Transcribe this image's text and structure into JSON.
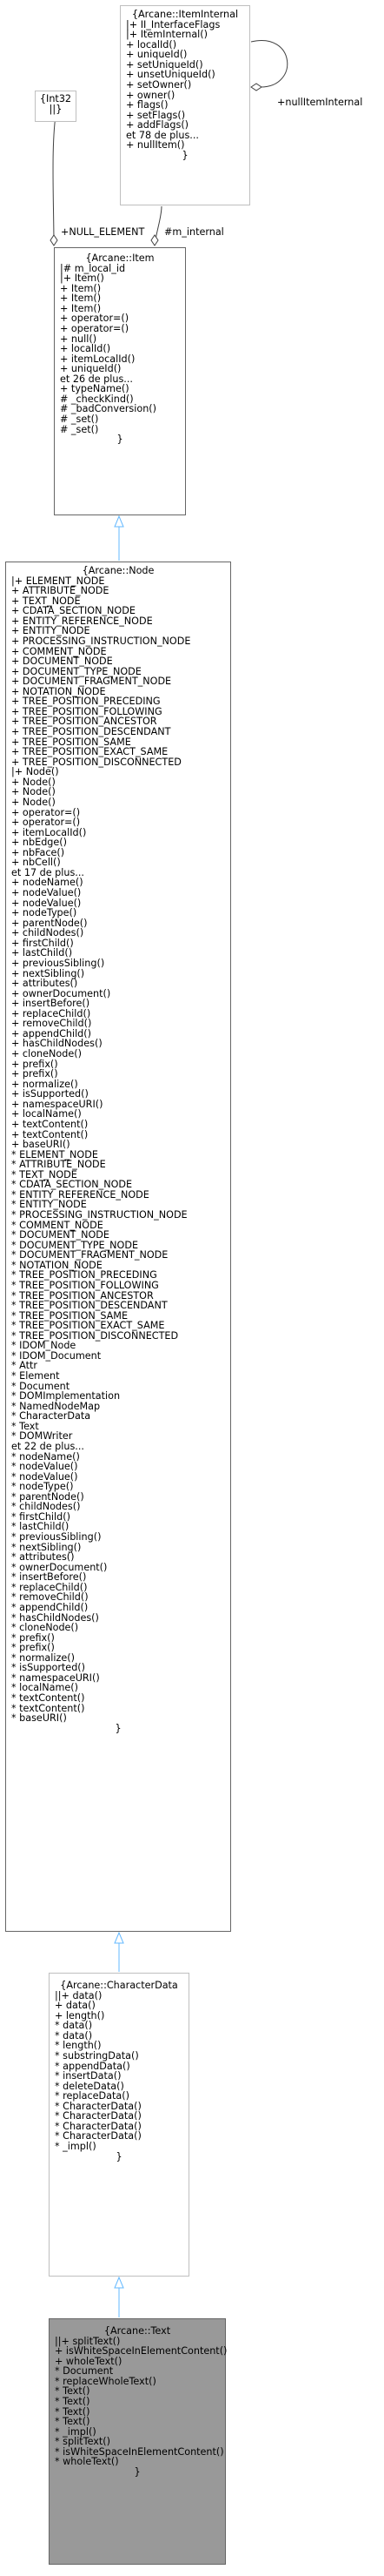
{
  "colors": {
    "inheritance_arrow": "#63b8ff",
    "usage_arrow": "#404040",
    "box_border_dark": "#666666",
    "box_border_light": "#bfbfbf",
    "focus_fill": "#999999"
  },
  "int32_box": {
    "title": "{Int32",
    "body": "||}"
  },
  "item_internal": {
    "title": "{Arcane::ItemInternal",
    "lines": [
      "|+ II_InterfaceFlags",
      "|+ ItemInternal()",
      "+ localId()",
      "+ uniqueId()",
      "+ setUniqueId()",
      "+ unsetUniqueId()",
      "+ setOwner()",
      "+ owner()",
      "+ flags()",
      "+ setFlags()",
      "+ addFlags()",
      "et 78 de plus...",
      "+ nullItem()"
    ],
    "close": "}"
  },
  "item": {
    "title": "{Arcane::Item",
    "lines": [
      "|# m_local_id",
      "|+ Item()",
      "+ Item()",
      "+ Item()",
      "+ Item()",
      "+ operator=()",
      "+ operator=()",
      "+ null()",
      "+ localId()",
      "+ itemLocalId()",
      "+ uniqueId()",
      "et 26 de plus...",
      "+ typeName()",
      "# _checkKind()",
      "# _badConversion()",
      "# _set()",
      "# _set()"
    ],
    "close": "}"
  },
  "node": {
    "title": "{Arcane::Node",
    "lines": [
      "|+ ELEMENT_NODE",
      "+ ATTRIBUTE_NODE",
      "+ TEXT_NODE",
      "+ CDATA_SECTION_NODE",
      "+ ENTITY_REFERENCE_NODE",
      "+ ENTITY_NODE",
      "+ PROCESSING_INSTRUCTION_NODE",
      "+ COMMENT_NODE",
      "+ DOCUMENT_NODE",
      "+ DOCUMENT_TYPE_NODE",
      "+ DOCUMENT_FRAGMENT_NODE",
      "+ NOTATION_NODE",
      "+ TREE_POSITION_PRECEDING",
      "+ TREE_POSITION_FOLLOWING",
      "+ TREE_POSITION_ANCESTOR",
      "+ TREE_POSITION_DESCENDANT",
      "+ TREE_POSITION_SAME",
      "+ TREE_POSITION_EXACT_SAME",
      "+ TREE_POSITION_DISCONNECTED",
      "|+ Node()",
      "+ Node()",
      "+ Node()",
      "+ Node()",
      "+ operator=()",
      "+ operator=()",
      "+ itemLocalId()",
      "+ nbEdge()",
      "+ nbFace()",
      "+ nbCell()",
      "et 17 de plus...",
      "+ nodeName()",
      "+ nodeValue()",
      "+ nodeValue()",
      "+ nodeType()",
      "+ parentNode()",
      "+ childNodes()",
      "+ firstChild()",
      "+ lastChild()",
      "+ previousSibling()",
      "+ nextSibling()",
      "+ attributes()",
      "+ ownerDocument()",
      "+ insertBefore()",
      "+ replaceChild()",
      "+ removeChild()",
      "+ appendChild()",
      "+ hasChildNodes()",
      "+ cloneNode()",
      "+ prefix()",
      "+ prefix()",
      "+ normalize()",
      "+ isSupported()",
      "+ namespaceURI()",
      "+ localName()",
      "+ textContent()",
      "+ textContent()",
      "+ baseURI()",
      "* ELEMENT_NODE",
      "* ATTRIBUTE_NODE",
      "* TEXT_NODE",
      "* CDATA_SECTION_NODE",
      "* ENTITY_REFERENCE_NODE",
      "* ENTITY_NODE",
      "* PROCESSING_INSTRUCTION_NODE",
      "* COMMENT_NODE",
      "* DOCUMENT_NODE",
      "* DOCUMENT_TYPE_NODE",
      "* DOCUMENT_FRAGMENT_NODE",
      "* NOTATION_NODE",
      "* TREE_POSITION_PRECEDING",
      "* TREE_POSITION_FOLLOWING",
      "* TREE_POSITION_ANCESTOR",
      "* TREE_POSITION_DESCENDANT",
      "* TREE_POSITION_SAME",
      "* TREE_POSITION_EXACT_SAME",
      "* TREE_POSITION_DISCONNECTED",
      "* IDOM_Node",
      "* IDOM_Document",
      "* Attr",
      "* Element",
      "* Document",
      "* DOMImplementation",
      "* NamedNodeMap",
      "* CharacterData",
      "* Text",
      "* DOMWriter",
      "et 22 de plus...",
      "* nodeName()",
      "* nodeValue()",
      "* nodeValue()",
      "* nodeType()",
      "* parentNode()",
      "* childNodes()",
      "* firstChild()",
      "* lastChild()",
      "* previousSibling()",
      "* nextSibling()",
      "* attributes()",
      "* ownerDocument()",
      "* insertBefore()",
      "* replaceChild()",
      "* removeChild()",
      "* appendChild()",
      "* hasChildNodes()",
      "* cloneNode()",
      "* prefix()",
      "* prefix()",
      "* normalize()",
      "* isSupported()",
      "* namespaceURI()",
      "* localName()",
      "* textContent()",
      "* textContent()",
      "* baseURI()"
    ],
    "close": "}"
  },
  "character_data": {
    "title": "{Arcane::CharacterData",
    "lines": [
      "||+ data()",
      "+ data()",
      "+ length()",
      "* data()",
      "* data()",
      "* length()",
      "* substringData()",
      "* appendData()",
      "* insertData()",
      "* deleteData()",
      "* replaceData()",
      "* CharacterData()",
      "* CharacterData()",
      "* CharacterData()",
      "* CharacterData()",
      "* _impl()"
    ],
    "close": "}"
  },
  "text": {
    "title": "{Arcane::Text",
    "lines": [
      "||+ splitText()",
      "+ isWhiteSpaceInElementContent()",
      "+ wholeText()",
      "* Document",
      "* replaceWholeText()",
      "* Text()",
      "* Text()",
      "* Text()",
      "* Text()",
      "* _impl()",
      "* splitText()",
      "* isWhiteSpaceInElementContent()",
      "* wholeText()"
    ],
    "close": "}"
  },
  "edges": {
    "null_element": "+NULL_ELEMENT",
    "m_internal": "#m_internal",
    "null_item_internal": "+nullItemInternal"
  }
}
